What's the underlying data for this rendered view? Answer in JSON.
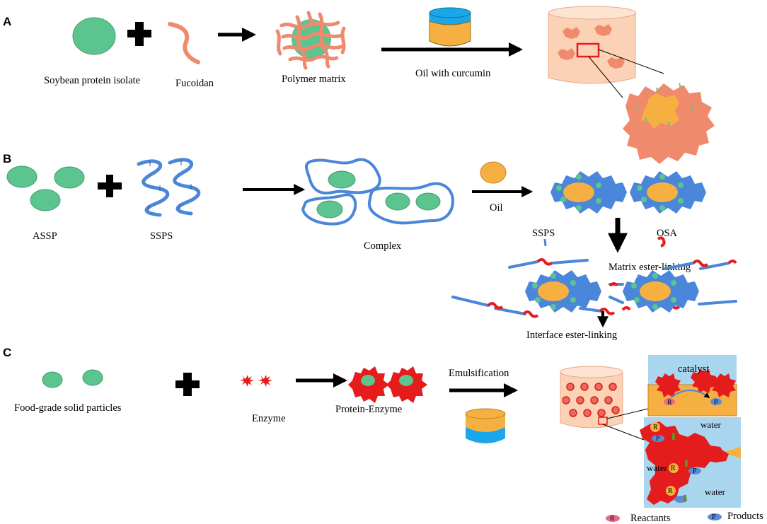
{
  "panels": {
    "a": {
      "letter": "A",
      "soy": "Soybean protein isolate",
      "fucoidan": "Fucoidan",
      "matrix": "Polymer matrix",
      "oil": "Oil with curcumin"
    },
    "b": {
      "letter": "B",
      "assp": "ASSP",
      "ssps": "SSPS",
      "complex": "Complex",
      "oil": "Oil",
      "ssps2": "SSPS",
      "osa": "OSA",
      "matrix_link": "Matrix ester-linking",
      "interface_link": "Interface ester-linking"
    },
    "c": {
      "letter": "C",
      "particles": "Food-grade solid particles",
      "enzyme": "Enzyme",
      "prot_enzyme": "Protein-Enzyme",
      "emuls": "Emulsification",
      "catalyst": "catalyst",
      "water1": "water",
      "water2": "water",
      "water3": "water",
      "r": "R",
      "p": "P",
      "reactants": "Reactants",
      "products": "Products"
    }
  },
  "colors": {
    "green": "#5cc48f",
    "salmon": "#f08a6c",
    "blue": "#4a86d9",
    "orange": "#f5b041",
    "red": "#e51c1c",
    "light_blue": "#a9d5ef",
    "cyan": "#1aa6e8",
    "peach": "#fbd2b6"
  }
}
